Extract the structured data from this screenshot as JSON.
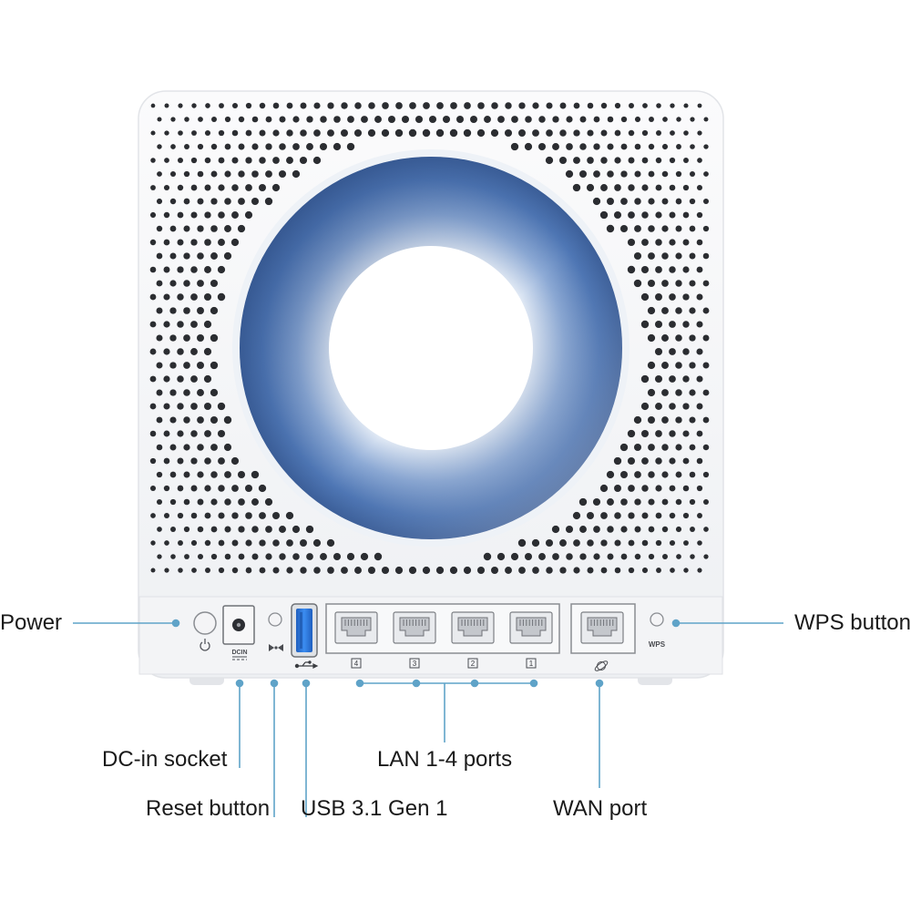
{
  "colors": {
    "callout_line": "#5fa3c8",
    "router_body": "#f7f8fa",
    "ring_blue": "#4b74b3",
    "ring_light": "#dce7f4",
    "usb_blue": "#2f78d8",
    "grille_dot": "#2b2d31"
  },
  "callouts": {
    "power": "Power",
    "wps_button": "WPS button",
    "dc_in_socket": "DC-in socket",
    "lan_ports": "LAN 1-4 ports",
    "reset_button": "Reset button",
    "usb": "USB 3.1 Gen 1",
    "wan_port": "WAN port"
  },
  "panel_markings": {
    "dcin": "DCIN",
    "wps": "WPS",
    "lan_numbers": [
      "4",
      "3",
      "2",
      "1"
    ]
  },
  "icons": [
    "power-icon",
    "reset-icon",
    "usb-icon",
    "globe-icon"
  ]
}
